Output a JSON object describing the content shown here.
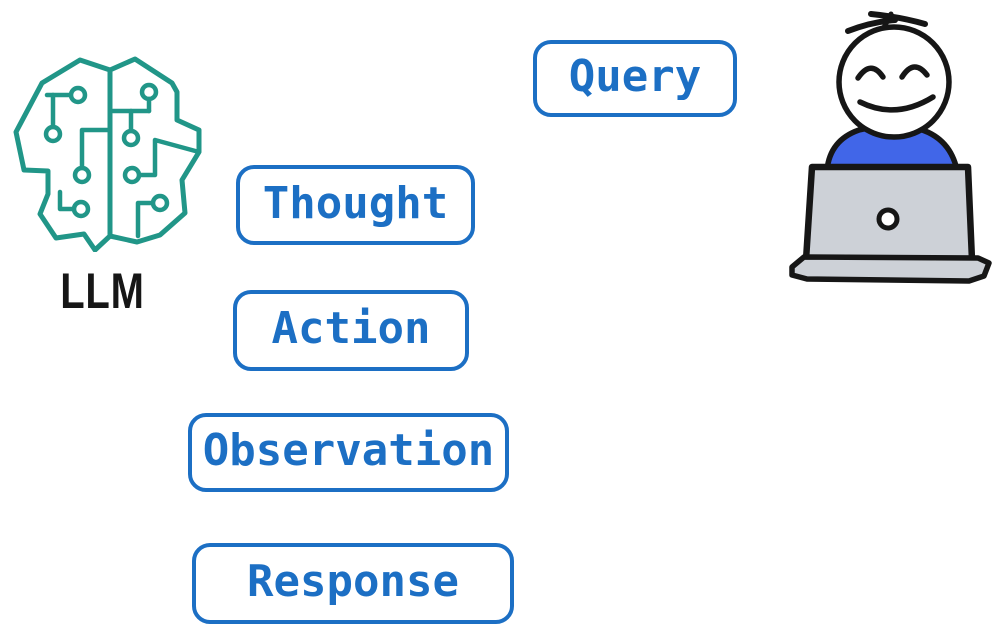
{
  "palette": {
    "accent_blue": "#1c6fc4",
    "teal": "#219688",
    "ink_black": "#161616",
    "shirt_blue": "#4166e8",
    "laptop_gray": "#cdd1d7",
    "background": "#ffffff"
  },
  "llm": {
    "label": "LLM",
    "icon": "circuit-brain-icon"
  },
  "flow_boxes": [
    {
      "id": "query",
      "label": "Query"
    },
    {
      "id": "thought",
      "label": "Thought"
    },
    {
      "id": "action",
      "label": "Action"
    },
    {
      "id": "observation",
      "label": "Observation"
    },
    {
      "id": "response",
      "label": "Response"
    }
  ],
  "user": {
    "icon": "person-at-laptop-icon"
  }
}
